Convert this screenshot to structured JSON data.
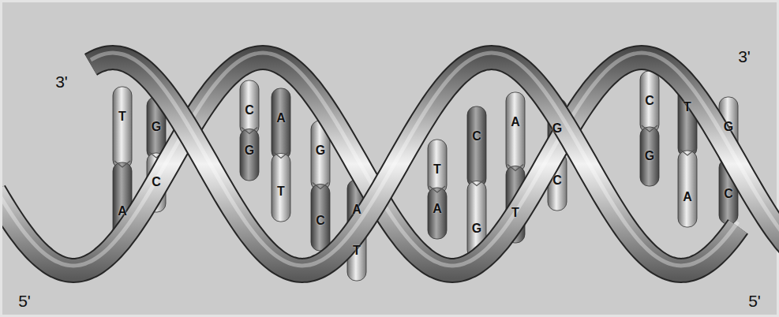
{
  "diagram": {
    "labels": [
      "3'",
      "T",
      "A",
      "G",
      "C",
      "C",
      "G",
      "A",
      "T",
      "G",
      "C",
      "A",
      "T",
      "T",
      "A",
      "C",
      "G",
      "A",
      "T",
      "G",
      "C",
      "C",
      "G",
      "T",
      "A",
      "G",
      "C",
      "3'",
      "5'",
      "5'"
    ]
  }
}
